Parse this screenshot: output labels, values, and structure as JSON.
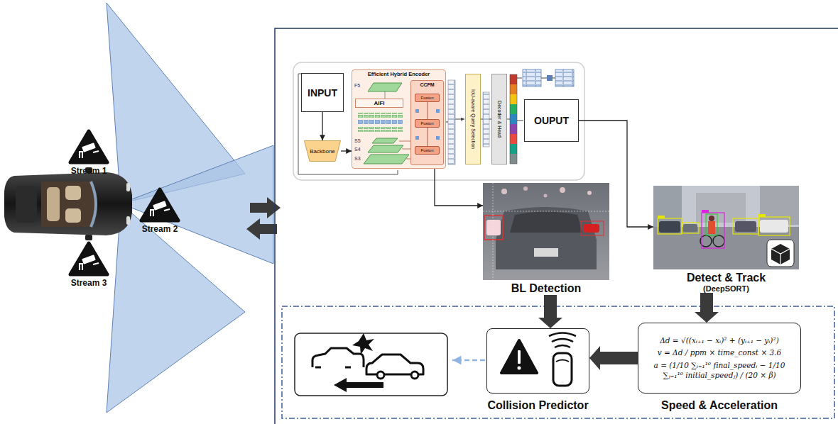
{
  "diagram": {
    "nodes": [
      {
        "text": [
          "INPUT"
        ]
      },
      {
        "text": [
          "Backbone"
        ]
      },
      {
        "text": [
          "Efficient Hybrid Encoder"
        ]
      },
      {
        "text": [
          "AIFI"
        ],
        "in": 2
      },
      {
        "text": [
          "CCFM"
        ],
        "in": 2
      },
      {
        "text": [
          "Fusion"
        ],
        "in": 4
      },
      {
        "text": [
          "Fusion"
        ],
        "in": 4
      },
      {
        "text": [
          "Fusion"
        ],
        "in": 4
      },
      {
        "text": [
          "IoU-aware Query Selection"
        ]
      },
      {
        "text": [
          "Decoder & Head"
        ]
      },
      {
        "text": [
          "OUPUT"
        ]
      },
      {
        "text": [
          "BL Detection"
        ]
      },
      {
        "text": [
          "Detect & Track",
          "(DeepSORT)"
        ]
      },
      {
        "text": [
          "Δd = √((xᵢ₊₁ − xᵢ)² + (yᵢ₊₁ − yᵢ)²)",
          "v = Δd / ppm × time_const × 3.6",
          "a = (1/10 ∑ᵢ₌₁¹⁰ final_speedᵢ − 1/10 ∑ⱼ₌₁¹⁰ initial_speedⱼ) / (20 × β)",
          "Speed & Acceleration"
        ]
      },
      {
        "text": [
          "Collision Predictor"
        ]
      }
    ],
    "edges": [
      {
        "from": 0,
        "to": 1,
        "arrow": "to"
      },
      {
        "from": 1,
        "to": 2,
        "arrow": "to"
      },
      {
        "from": 2,
        "to": 11,
        "arrow": "to"
      },
      {
        "from": 10,
        "to": 12,
        "arrow": "to"
      },
      {
        "from": 11,
        "to": 14,
        "arrow": "to"
      },
      {
        "from": 12,
        "to": 13,
        "arrow": "to"
      },
      {
        "from": 13,
        "to": 14,
        "arrow": "to"
      }
    ],
    "labels": [
      "Stream 1",
      "Stream 2",
      "Stream 3",
      "F5",
      "S5",
      "S4",
      "S3"
    ]
  }
}
